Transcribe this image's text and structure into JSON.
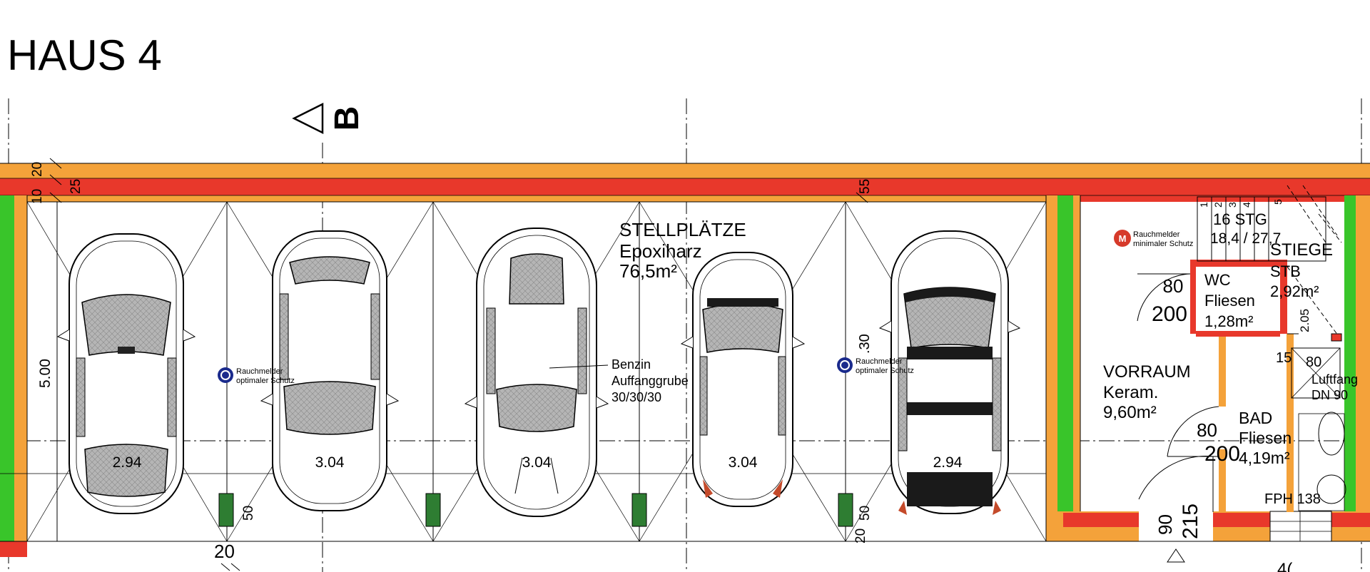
{
  "title": "HAUS 4",
  "section_marker": "B",
  "colors": {
    "wall_orange": "#f4a23a",
    "wall_red": "#e8382b",
    "wall_green": "#39c52a",
    "post_green": "#2e7d32",
    "smoke_blue": "#1a2a8c",
    "smoke_red": "#d63a2a"
  },
  "dims_top": {
    "d10": "10",
    "d20": "20",
    "d25": "25",
    "d55": "55"
  },
  "dims_left": {
    "depth": "5.00"
  },
  "dims_right": {
    "d30": ".30"
  },
  "dims_bottom": {
    "d20a": "20",
    "d50a": "50",
    "d20b": "20",
    "d50b": "50"
  },
  "parking": {
    "room_name": "STELLPLÄTZE",
    "floor": "Epoxiharz",
    "area": "76,5m²",
    "spaces": [
      {
        "width": "2.94"
      },
      {
        "width": "3.04"
      },
      {
        "width": "3.04"
      },
      {
        "width": "3.04"
      },
      {
        "width": "2.94"
      }
    ],
    "petrol_pit": [
      "Benzin",
      "Auffanggrube",
      "30/30/30"
    ]
  },
  "smoke_detectors": [
    {
      "symbol": "O",
      "line1": "Rauchmelder",
      "line2": "optimaler Schutz"
    },
    {
      "symbol": "O",
      "line1": "Rauchmelder",
      "line2": "optimaler Schutz"
    },
    {
      "symbol": "M",
      "line1": "Rauchmelder",
      "line2": "minimaler Schutz"
    }
  ],
  "stair": {
    "steps_label": "16 STG",
    "ratio": "18,4 / 27,7",
    "numbers": [
      "1",
      "2",
      "3",
      "4",
      "5"
    ],
    "name": "STIEGE",
    "floor": "STB",
    "area": "2,92m²",
    "height": "2.05"
  },
  "wc": {
    "name": "WC",
    "floor": "Fliesen",
    "area": "1,28m²",
    "door_w": "80",
    "door_h": "200"
  },
  "vorraum": {
    "name": "VORRAUM",
    "floor": "Keram.",
    "area": "9,60m²"
  },
  "bad": {
    "name": "BAD",
    "floor": "Fliesen",
    "area": "4,19m²",
    "door_w": "80",
    "door_h": "200"
  },
  "duct": {
    "d15": "15",
    "d80": "80",
    "label1": "Luftfang",
    "label2": "DN 90"
  },
  "fph": "FPH 138",
  "entrance_door": {
    "w": "90",
    "h": "215"
  },
  "edge_cut": "4("
}
